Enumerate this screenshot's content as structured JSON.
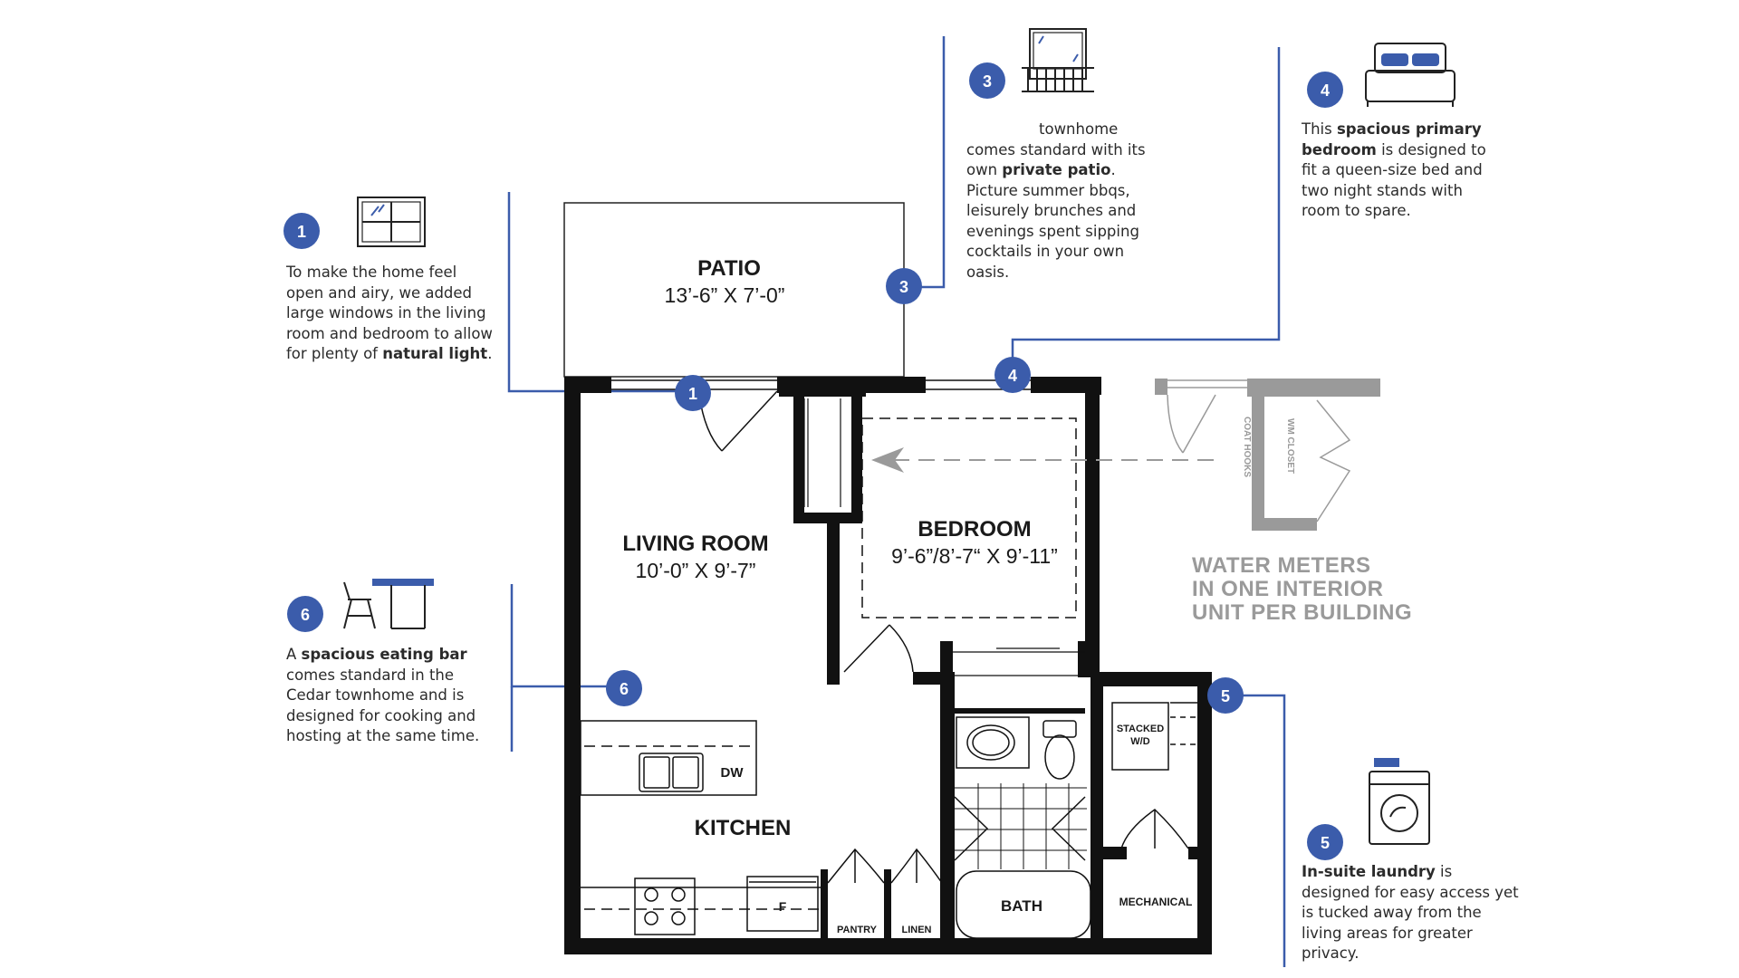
{
  "colors": {
    "accent": "#3b5cab",
    "wall": "#111111",
    "gray": "#9a9a9a"
  },
  "badges": [
    "1",
    "3",
    "4",
    "5",
    "6"
  ],
  "rooms": {
    "patio": {
      "name": "PATIO",
      "dims": "13’-6” X 7’-0”"
    },
    "living": {
      "name": "LIVING ROOM",
      "dims": "10’-0” X 9’-7”"
    },
    "bedroom": {
      "name": "BEDROOM",
      "dims": "9’-6”/8’-7“ X 9’-11”"
    },
    "kitchen": {
      "name": "KITCHEN"
    },
    "bath": {
      "name": "BATH"
    },
    "mechanical": {
      "name": "MECHANICAL"
    },
    "pantry": {
      "name": "PANTRY"
    },
    "linen": {
      "name": "LINEN"
    },
    "stacked": {
      "line1": "STACKED",
      "line2": "W/D"
    },
    "dw": "DW",
    "fridge": "F"
  },
  "inset": {
    "coat_hooks": "COAT HOOKS",
    "wm_closet": "WM CLOSET",
    "note_lines": [
      "WATER METERS",
      "IN ONE INTERIOR",
      "UNIT PER BUILDING"
    ]
  },
  "callouts": {
    "c1": {
      "icon": "window-icon",
      "pre": "To make the home feel open and airy, we added large windows in the living room and bedroom to allow for plenty of ",
      "bold": "natural light",
      "post": "."
    },
    "c3": {
      "icon": "balcony-icon",
      "pre": "townhome comes standard with its own ",
      "bold": "private patio",
      "post": ". Picture summer bbqs, leisurely brunches and evenings spent sipping cocktails in your own oasis."
    },
    "c4": {
      "icon": "bed-icon",
      "pre": "This ",
      "bold": "spacious primary bedroom",
      "post": " is designed to fit a queen-size bed and two night stands with room to spare."
    },
    "c5": {
      "icon": "washer-icon",
      "pre": "",
      "bold": "In-suite laundry",
      "post": " is designed for easy access yet is tucked away from the living areas for greater privacy."
    },
    "c6": {
      "icon": "bar-stool-icon",
      "pre": "A ",
      "bold": "spacious eating bar",
      "post": " comes standard in the Cedar townhome and is designed for cooking and hosting at the same time."
    }
  }
}
